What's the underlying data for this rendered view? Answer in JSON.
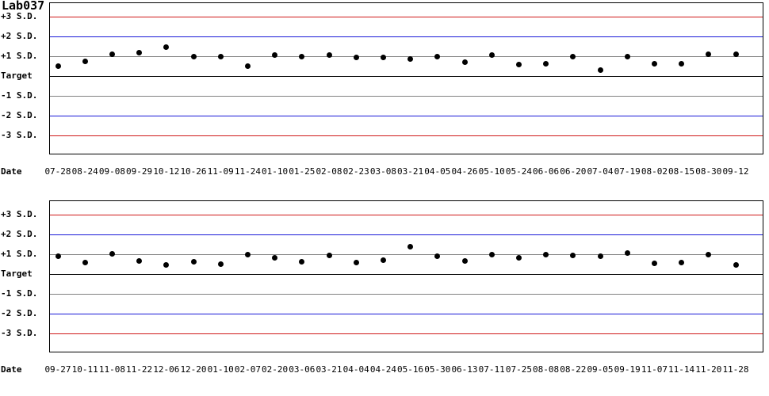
{
  "page": {
    "title": "Lab037",
    "date_axis_label": "Date",
    "colors": {
      "sd3": "#d01818",
      "sd2": "#1818d8",
      "sd1": "#808080",
      "target": "#000000",
      "point": "#000000",
      "box": "#000000"
    }
  },
  "axis_labels": [
    "+3 S.D.",
    "+2 S.D.",
    "+1 S.D.",
    "Target",
    "-1 S.D.",
    "-2 S.D.",
    "-3 S.D."
  ],
  "chart_data": [
    {
      "type": "scatter",
      "title": "Lab037",
      "xlabel": "Date",
      "ylabel": "",
      "ylim": [
        -3.5,
        3.5
      ],
      "grid": true,
      "reference_lines": [
        {
          "label": "+3 S.D.",
          "value": 3,
          "color": "#d01818"
        },
        {
          "label": "+2 S.D.",
          "value": 2,
          "color": "#1818d8"
        },
        {
          "label": "+1 S.D.",
          "value": 1,
          "color": "#808080"
        },
        {
          "label": "Target",
          "value": 0,
          "color": "#000000"
        },
        {
          "label": "-1 S.D.",
          "value": -1,
          "color": "#808080"
        },
        {
          "label": "-2 S.D.",
          "value": -2,
          "color": "#1818d8"
        },
        {
          "label": "-3 S.D.",
          "value": -3,
          "color": "#d01818"
        }
      ],
      "categories": [
        "07-28",
        "08-24",
        "09-08",
        "09-29",
        "10-12",
        "10-26",
        "11-09",
        "11-24",
        "01-10",
        "01-25",
        "02-08",
        "02-23",
        "03-08",
        "03-21",
        "04-05",
        "04-26",
        "05-10",
        "05-24",
        "06-06",
        "06-20",
        "07-04",
        "07-19",
        "08-02",
        "08-15",
        "08-30",
        "09-12"
      ],
      "values": [
        0.52,
        0.76,
        1.12,
        1.2,
        1.46,
        0.98,
        0.98,
        0.52,
        1.08,
        0.98,
        1.06,
        0.96,
        0.94,
        0.88,
        1.0,
        0.72,
        1.06,
        0.6,
        0.64,
        0.98,
        0.32,
        0.98,
        0.62,
        0.62,
        1.1,
        1.12
      ]
    },
    {
      "type": "scatter",
      "title": "",
      "xlabel": "Date",
      "ylabel": "",
      "ylim": [
        -3.5,
        3.5
      ],
      "grid": true,
      "reference_lines": [
        {
          "label": "+3 S.D.",
          "value": 3,
          "color": "#d01818"
        },
        {
          "label": "+2 S.D.",
          "value": 2,
          "color": "#1818d8"
        },
        {
          "label": "+1 S.D.",
          "value": 1,
          "color": "#808080"
        },
        {
          "label": "Target",
          "value": 0,
          "color": "#000000"
        },
        {
          "label": "-1 S.D.",
          "value": -1,
          "color": "#808080"
        },
        {
          "label": "-2 S.D.",
          "value": -2,
          "color": "#1818d8"
        },
        {
          "label": "-3 S.D.",
          "value": -3,
          "color": "#d01818"
        }
      ],
      "categories": [
        "09-27",
        "10-11",
        "11-08",
        "11-22",
        "12-06",
        "12-20",
        "01-10",
        "02-07",
        "02-20",
        "03-06",
        "03-21",
        "04-04",
        "04-24",
        "05-16",
        "05-30",
        "06-13",
        "07-11",
        "07-25",
        "08-08",
        "08-22",
        "09-05",
        "09-19",
        "11-07",
        "11-14",
        "11-20",
        "11-28"
      ],
      "values": [
        0.92,
        0.6,
        1.04,
        0.68,
        0.48,
        0.64,
        0.52,
        1.0,
        0.84,
        0.62,
        0.94,
        0.58,
        0.72,
        1.4,
        0.9,
        0.66,
        0.98,
        0.84,
        0.98,
        0.96,
        0.92,
        1.08,
        0.56,
        0.58,
        1.0,
        0.48
      ]
    }
  ]
}
